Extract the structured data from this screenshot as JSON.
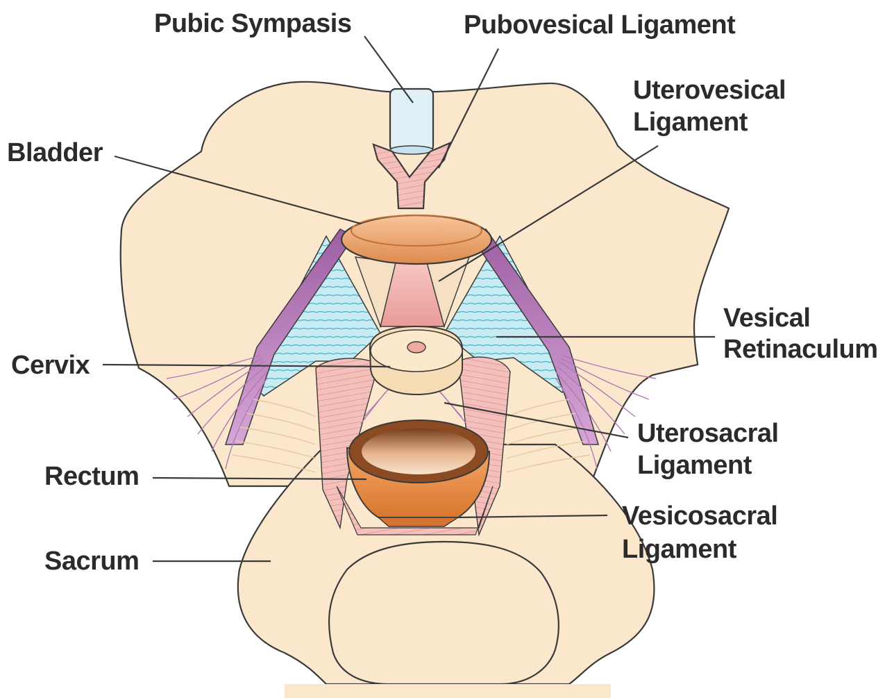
{
  "labels": {
    "pubic_symphysis": "Pubic Sympasis",
    "pubovesical_ligament": "Pubovesical Ligament",
    "uterovesical_line1": "Uterovesical",
    "uterovesical_line2": "Ligament",
    "bladder": "Bladder",
    "vesical_line1": "Vesical",
    "vesical_line2": "Retinaculum",
    "cervix": "Cervix",
    "uterosacral_line1": "Uterosacral",
    "uterosacral_line2": "Ligament",
    "rectum": "Rectum",
    "vesicosacral_line1": "Vesicosacral",
    "vesicosacral_line2": "Ligament",
    "sacrum": "Sacrum"
  },
  "colors": {
    "bone": "#fbe7cb",
    "bladder": "#e9a06a",
    "rectum_rim": "#8a4a22",
    "rectum_body": "#e88f48",
    "cervix": "#f6dcb4",
    "retinaculum_blue": "#a9dfe9",
    "ligament_purple": "#b07ab2",
    "ligament_pink": "#f0a9a9",
    "symphysis": "#dff0f7"
  }
}
